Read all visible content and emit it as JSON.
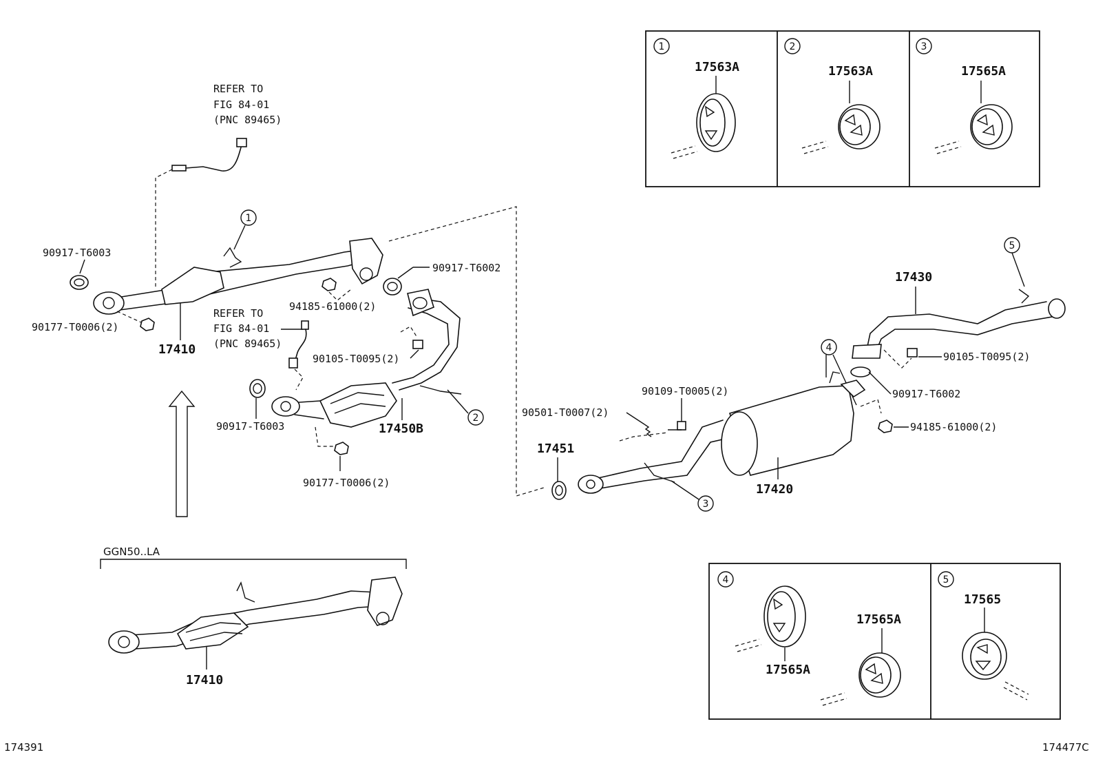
{
  "refer_to_1": [
    "REFER TO",
    "FIG 84-01",
    "(PNC 89465)"
  ],
  "refer_to_2": [
    "REFER TO",
    "FIG 84-01",
    "(PNC 89465)"
  ],
  "labels": {
    "p90917_T6003_a": "90917-T6003",
    "p90177_T0006_a": "90177-T0006(2)",
    "p17410_main": "17410",
    "p90917_T6002_a": "90917-T6002",
    "p94185_61000_a": "94185-61000(2)",
    "p90105_T0095_a": "90105-T0095(2)",
    "p90917_T6003_b": "90917-T6003",
    "p17450B": "17450B",
    "p90177_T0006_b": "90177-T0006(2)",
    "p90501_T0007": "90501-T0007(2)",
    "p90109_T0005": "90109-T0005(2)",
    "p17451": "17451",
    "p17420": "17420",
    "p17430": "17430",
    "p90105_T0095_b": "90105-T0095(2)",
    "p90917_T6002_b": "90917-T6002",
    "p94185_61000_b": "94185-61000(2)",
    "ggn_label": "GGN50..LA",
    "p17410_variant": "17410",
    "footer_left": "174391",
    "footer_right": "174477C"
  },
  "callouts": [
    "1",
    "2",
    "3",
    "4",
    "5"
  ],
  "detail_boxes": [
    {
      "num": "1",
      "part": "17563A"
    },
    {
      "num": "2",
      "part": "17563A"
    },
    {
      "num": "3",
      "part": "17565A"
    },
    {
      "num": "4",
      "part_a": "17565A",
      "part_b": "17565A"
    },
    {
      "num": "5",
      "part": "17565"
    }
  ]
}
